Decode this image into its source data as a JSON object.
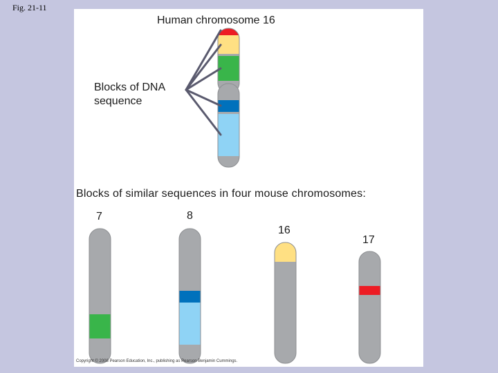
{
  "figure_label": "Fig. 21-11",
  "title": "Human chromosome 16",
  "blocks_label": "Blocks of DNA sequence",
  "mouse_heading": "Blocks of similar sequences in four mouse chromosomes:",
  "mouse_chromosomes": [
    {
      "number": "7",
      "highlighted_block_color": "#39b54a"
    },
    {
      "number": "8",
      "highlighted_block_color": "#0071bc"
    },
    {
      "number": "16",
      "highlighted_block_color": "#ffe083"
    },
    {
      "number": "17",
      "highlighted_block_color": "#ed1c24"
    }
  ],
  "colors": {
    "background": "#c5c6e0",
    "chromosome_gray": "#a7a9ac",
    "red": "#ed1c24",
    "yellow": "#ffe083",
    "green": "#39b54a",
    "blue": "#0071bc",
    "light_blue": "#8fd3f5",
    "connector": "#5a5a6e"
  },
  "copyright": "Copyright © 2008 Pearson Education, Inc., publishing as Pearson Benjamin Cummings."
}
